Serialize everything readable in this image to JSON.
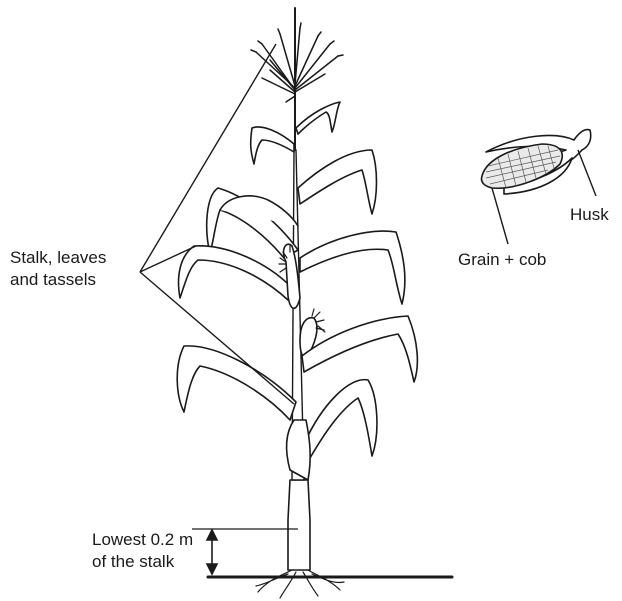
{
  "labels": {
    "stalk_line1": "Stalk, leaves",
    "stalk_line2": "and tassels",
    "husk": "Husk",
    "grain_cob": "Grain + cob",
    "lowest_line1": "Lowest 0.2 m",
    "lowest_line2": "of the stalk"
  },
  "colors": {
    "ink": "#1a1a1a",
    "background": "#ffffff",
    "leaf_fill": "#ffffff"
  },
  "icons": {
    "plant": "maize-plant-drawing",
    "cob": "maize-cob-drawing",
    "dimension_arrow": "double-headed-arrow"
  }
}
